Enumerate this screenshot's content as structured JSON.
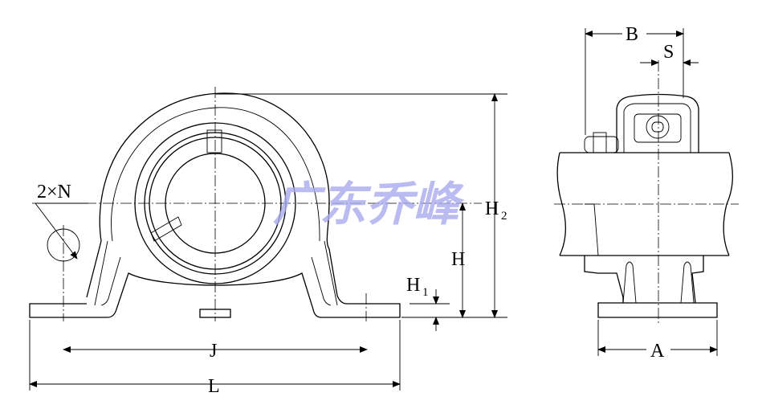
{
  "labels": {
    "holes": "2×N",
    "h2": "H",
    "h2_sub": "2",
    "h": "H",
    "h1": "H",
    "h1_sub": "1",
    "j": "J",
    "l": "L",
    "b": "B",
    "s": "S",
    "a": "A"
  },
  "watermark": "广东乔峰",
  "colors": {
    "line": "#000000",
    "watermark": "#a9acee"
  }
}
